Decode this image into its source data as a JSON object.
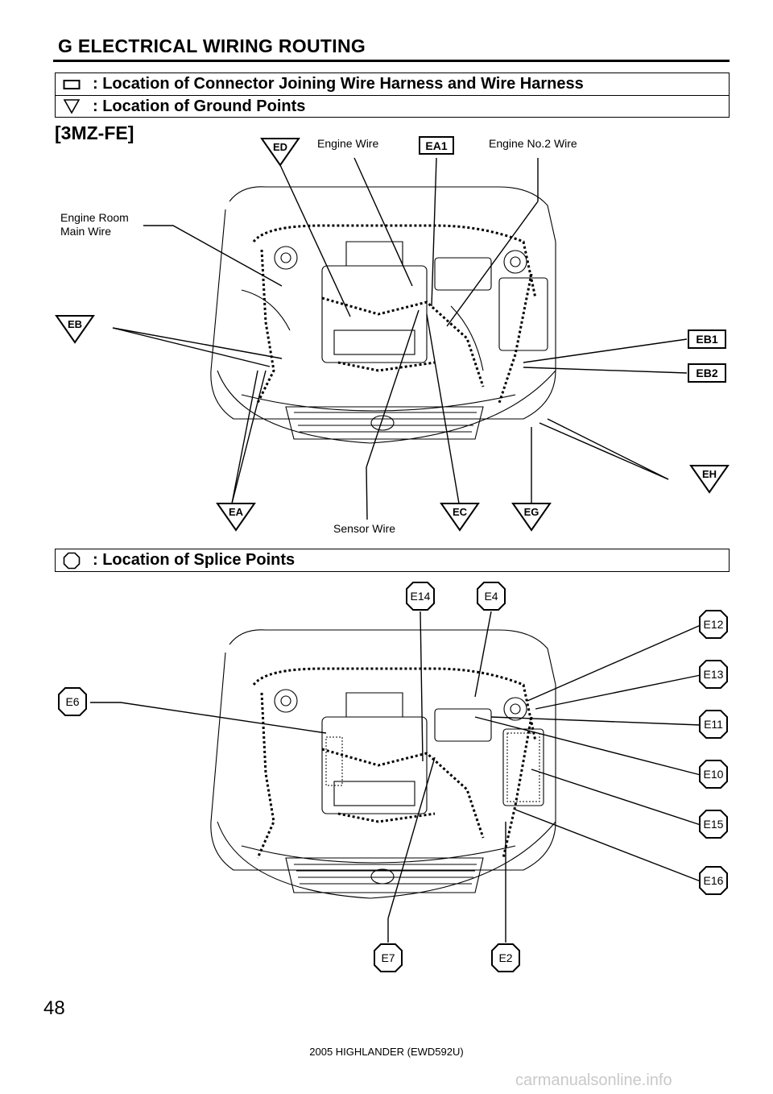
{
  "header": {
    "title": "G  ELECTRICAL WIRING ROUTING"
  },
  "legend": {
    "connector": ": Location of Connector Joining Wire Harness and Wire Harness",
    "ground": ": Location of Ground Points",
    "splice": ": Location of Splice Points"
  },
  "diagram1": {
    "engine_label": "[3MZ-FE]",
    "wires": {
      "engine_wire": "Engine Wire",
      "engine_no2_wire": "Engine No.2 Wire",
      "engine_room_main_wire_1": "Engine Room",
      "engine_room_main_wire_2": "Main Wire",
      "sensor_wire": "Sensor Wire"
    },
    "connectors": {
      "ea1": "EA1",
      "eb1": "EB1",
      "eb2": "EB2"
    },
    "grounds": {
      "ed": "ED",
      "eb": "EB",
      "ea": "EA",
      "ec": "EC",
      "eg": "EG",
      "eh": "EH"
    }
  },
  "diagram2": {
    "splices": {
      "e14": "E14",
      "e4": "E4",
      "e12": "E12",
      "e6": "E6",
      "e13": "E13",
      "e11": "E11",
      "e10": "E10",
      "e15": "E15",
      "e16": "E16",
      "e7": "E7",
      "e2": "E2"
    }
  },
  "footer": {
    "page_number": "48",
    "doc_id": "2005 HIGHLANDER (EWD592U)",
    "watermark": "carmanualsonline.info"
  },
  "colors": {
    "ink": "#000000",
    "watermark": "#c9c9c9"
  }
}
